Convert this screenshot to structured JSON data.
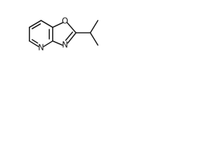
{
  "structure": {
    "atoms": {
      "ring_oxygen": "O",
      "oxazole_nitrogen": "N",
      "pyridine_nitrogen": "N"
    },
    "colors": {
      "bond": "#1a1a1a",
      "background": "#ffffff"
    }
  }
}
